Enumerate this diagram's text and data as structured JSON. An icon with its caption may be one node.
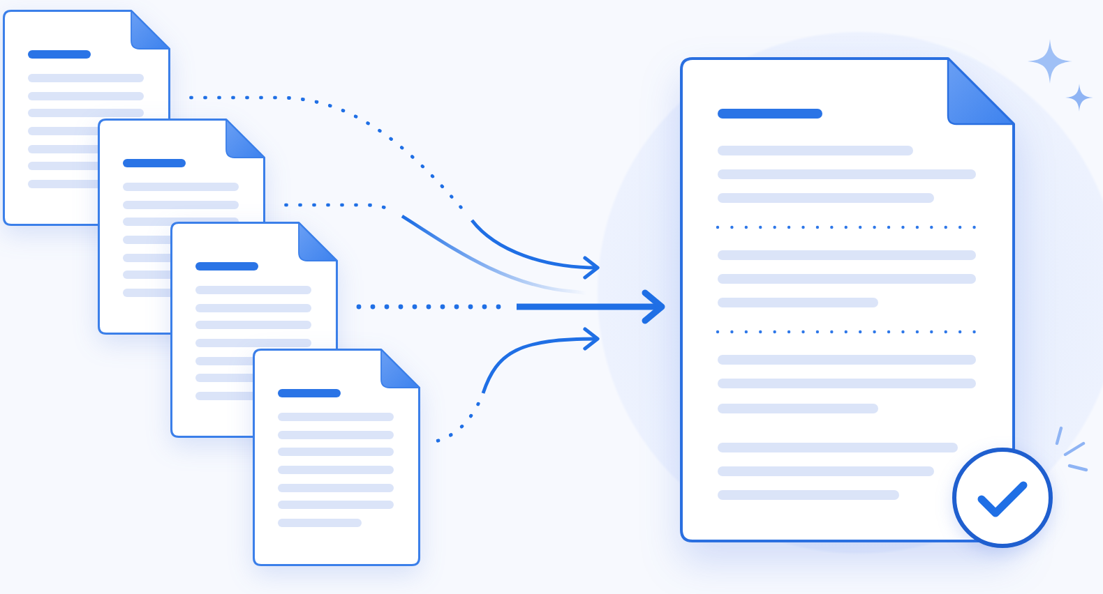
{
  "diagram": {
    "nodes": [
      {
        "text": [],
        "shape": "document"
      },
      {
        "text": [],
        "shape": "document"
      },
      {
        "text": [],
        "shape": "document"
      },
      {
        "text": [],
        "shape": "document"
      },
      {
        "text": [],
        "shape": "document"
      }
    ],
    "edges": [
      {
        "from": 0,
        "to": 4,
        "arrow": "to"
      },
      {
        "from": 1,
        "to": 4,
        "arrow": "to"
      },
      {
        "from": 2,
        "to": 4,
        "arrow": "to",
        "style": "thick"
      },
      {
        "from": 3,
        "to": 4,
        "arrow": "to"
      }
    ]
  }
}
